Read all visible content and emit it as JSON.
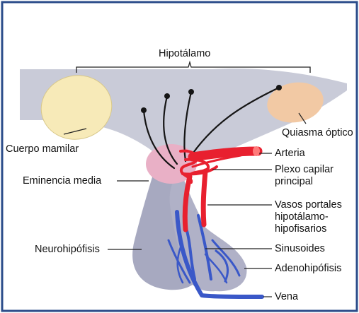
{
  "labels": {
    "hipotalamo": "Hipotálamo",
    "quiasma_optico": "Quiasma óptico",
    "cuerpo_mamilar": "Cuerpo mamilar",
    "arteria": "Arteria",
    "plexo_capilar": "Plexo capilar principal",
    "eminencia_media": "Eminencia media",
    "vasos_portales": "Vasos portales hipotálamo-hipofisarios",
    "neurohipofisis": "Neurohipófisis",
    "sinusoides": "Sinusoides",
    "adenohipofisis": "Adenohipófisis",
    "vena": "Vena"
  },
  "colors": {
    "hypothalamus_fill": "#c9cbd8",
    "neuro_fill": "#a7a9c0",
    "adeno_fill": "#b0b1c7",
    "median_eminence_fill": "#e9b0c6",
    "mamillary_fill": "#f7eab8",
    "optic_chiasm_fill": "#f2c9a4",
    "artery_red": "#e8202f",
    "vein_blue": "#3a58c8",
    "neuron_black": "#151515"
  }
}
